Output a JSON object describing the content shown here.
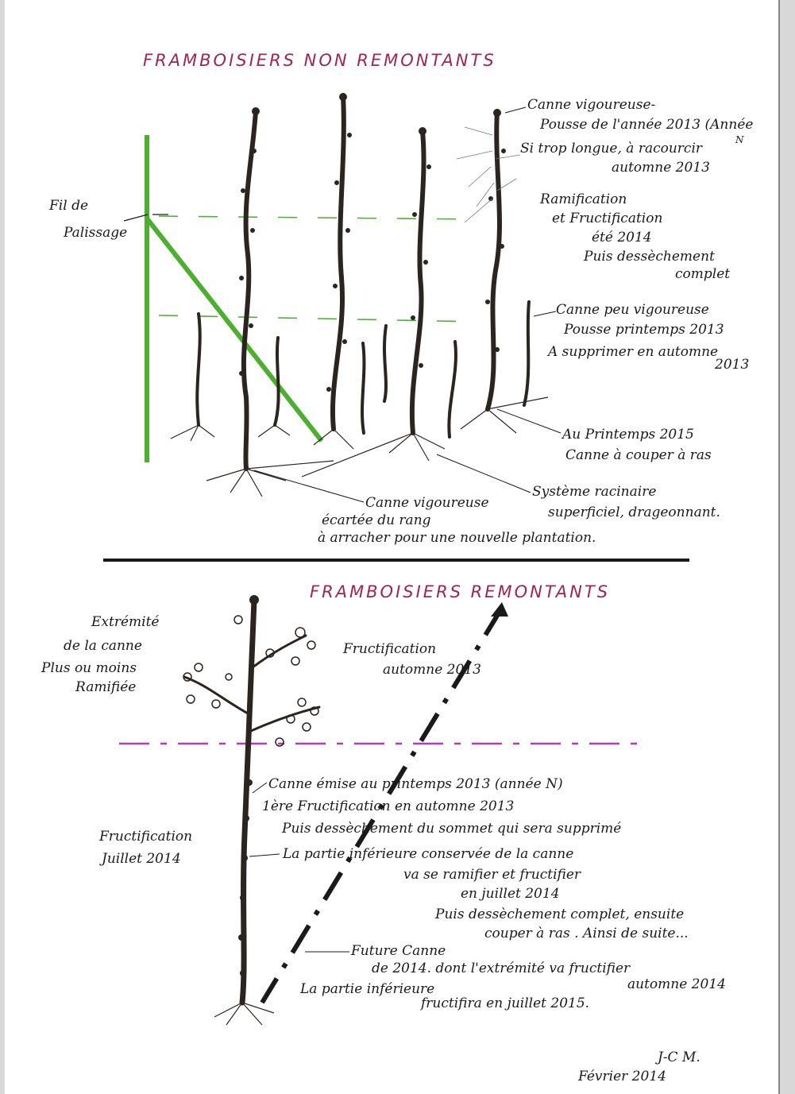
{
  "top": {
    "title": "FRAMBOISIERS   NON   REMONTANTS",
    "label_wire": [
      "Fil de",
      "Palissage"
    ],
    "label_vigorous": [
      "Canne vigoureuse-",
      "Pousse de l'année 2013 (Année",
      "N",
      "Si trop longue, à racourcir",
      "automne 2013"
    ],
    "label_branching": [
      "Ramification",
      "et Fructification",
      "été 2014",
      "Puis dessèchement",
      "complet"
    ],
    "label_weak": [
      "Canne peu vigoureuse",
      "Pousse printemps 2013",
      "A supprimer en automne",
      "2013"
    ],
    "label_spring": [
      "Au Printemps 2015",
      "Canne à couper à ras"
    ],
    "label_roots": [
      "Système racinaire",
      "superficiel, drageonnant."
    ],
    "label_bottom": [
      "Canne vigoureuse",
      "écartée du rang",
      "à arracher pour une nouvelle plantation."
    ]
  },
  "bottom": {
    "title": "FRAMBOISIERS    REMONTANTS",
    "label_tip": [
      "Extrémité",
      "de la canne",
      "Plus ou moins",
      "Ramifiée"
    ],
    "label_autumn_fruit": [
      "Fructification",
      "automne 2013"
    ],
    "label_july_fruit": [
      "Fructification",
      "Juillet 2014"
    ],
    "label_cane": [
      "Canne émise au printemps 2013 (année N)",
      "1ère Fructification en automne 2013",
      "Puis dessèchement du sommet qui sera supprimé",
      "La partie inférieure conservée de la canne",
      "va se ramifier et fructifier",
      "en juillet 2014",
      "Puis dessèchement complet, ensuite",
      "couper à ras . Ainsi de suite..."
    ],
    "label_future": [
      "Future Canne",
      "de 2014. dont l'extrémité va fructifier",
      "automne 2014",
      "La partie inférieure",
      "fructifira en juillet 2015."
    ]
  },
  "signature": [
    "J-C M.",
    "Février 2014"
  ],
  "colors": {
    "title": "#a0264f",
    "wire": "#4caf2f",
    "dash_purple": "#b03cb8",
    "cane": "#2b2421"
  }
}
